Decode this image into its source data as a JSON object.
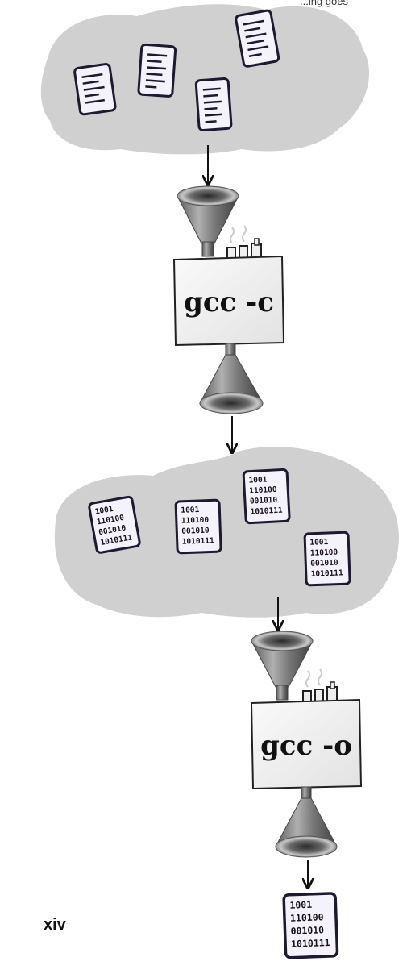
{
  "header_fragment": "...ing goes",
  "page_number": "xiv",
  "steps": {
    "compile": {
      "command": "gcc -c"
    },
    "link": {
      "command": "gcc -o"
    }
  },
  "binary_lines": [
    "1001",
    "110100",
    "001010",
    "1010111"
  ],
  "colors": {
    "cloud": "#d0d0d0",
    "page_fill": "#f4f2fa",
    "page_outline": "#1e1830",
    "funnel_metal": "#8a8a8a",
    "box_fill": "#f2f2f2",
    "arrow": "#111111"
  }
}
